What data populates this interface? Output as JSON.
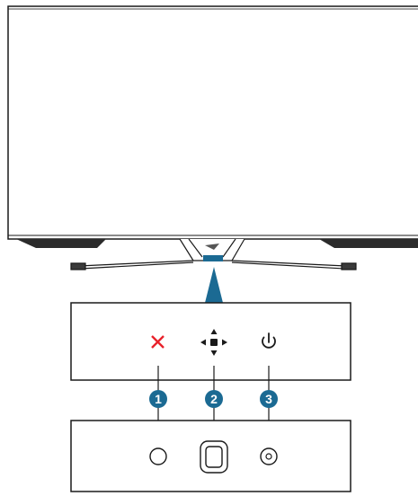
{
  "colors": {
    "line": "#1a1a1a",
    "callout_fill": "#1b6a93",
    "close_x": "#e8222b",
    "pointer": "#1b6a93"
  },
  "callouts": [
    {
      "number": "1",
      "button": "close",
      "icon": "close-icon"
    },
    {
      "number": "2",
      "button": "joystick",
      "icon": "five-way-navigation-icon"
    },
    {
      "number": "3",
      "button": "power",
      "icon": "power-icon"
    }
  ]
}
